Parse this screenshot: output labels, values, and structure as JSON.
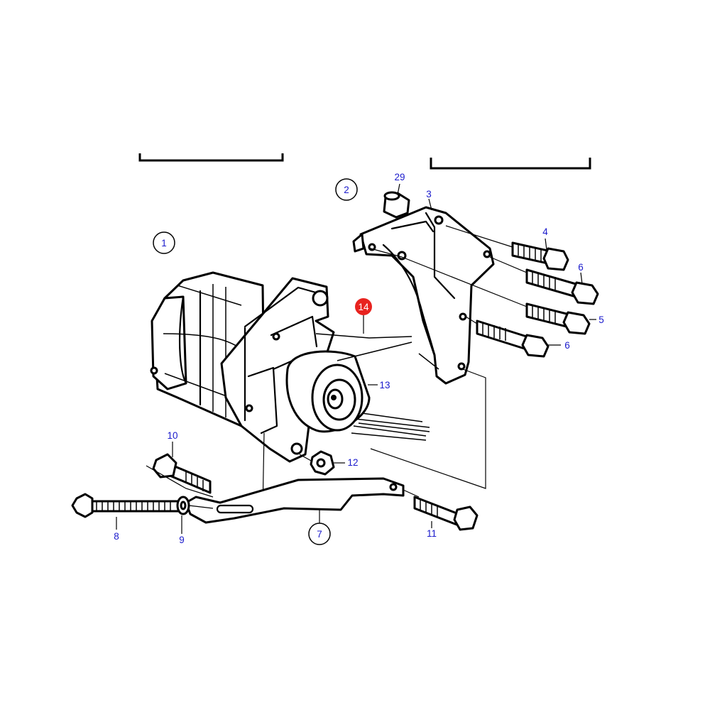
{
  "diagram": {
    "group_markers": [
      "1",
      "2",
      "7"
    ],
    "callouts": {
      "c29": "29",
      "c3": "3",
      "c4": "4",
      "c6a": "6",
      "c5": "5",
      "c6b": "6",
      "c13": "13",
      "c10": "10",
      "c12": "12",
      "c8": "8",
      "c9": "9",
      "c11": "11"
    },
    "highlighted_callout": "14",
    "colors": {
      "callout_text": "#1a1acc",
      "highlight": "#e8231f",
      "line": "#000000"
    }
  }
}
